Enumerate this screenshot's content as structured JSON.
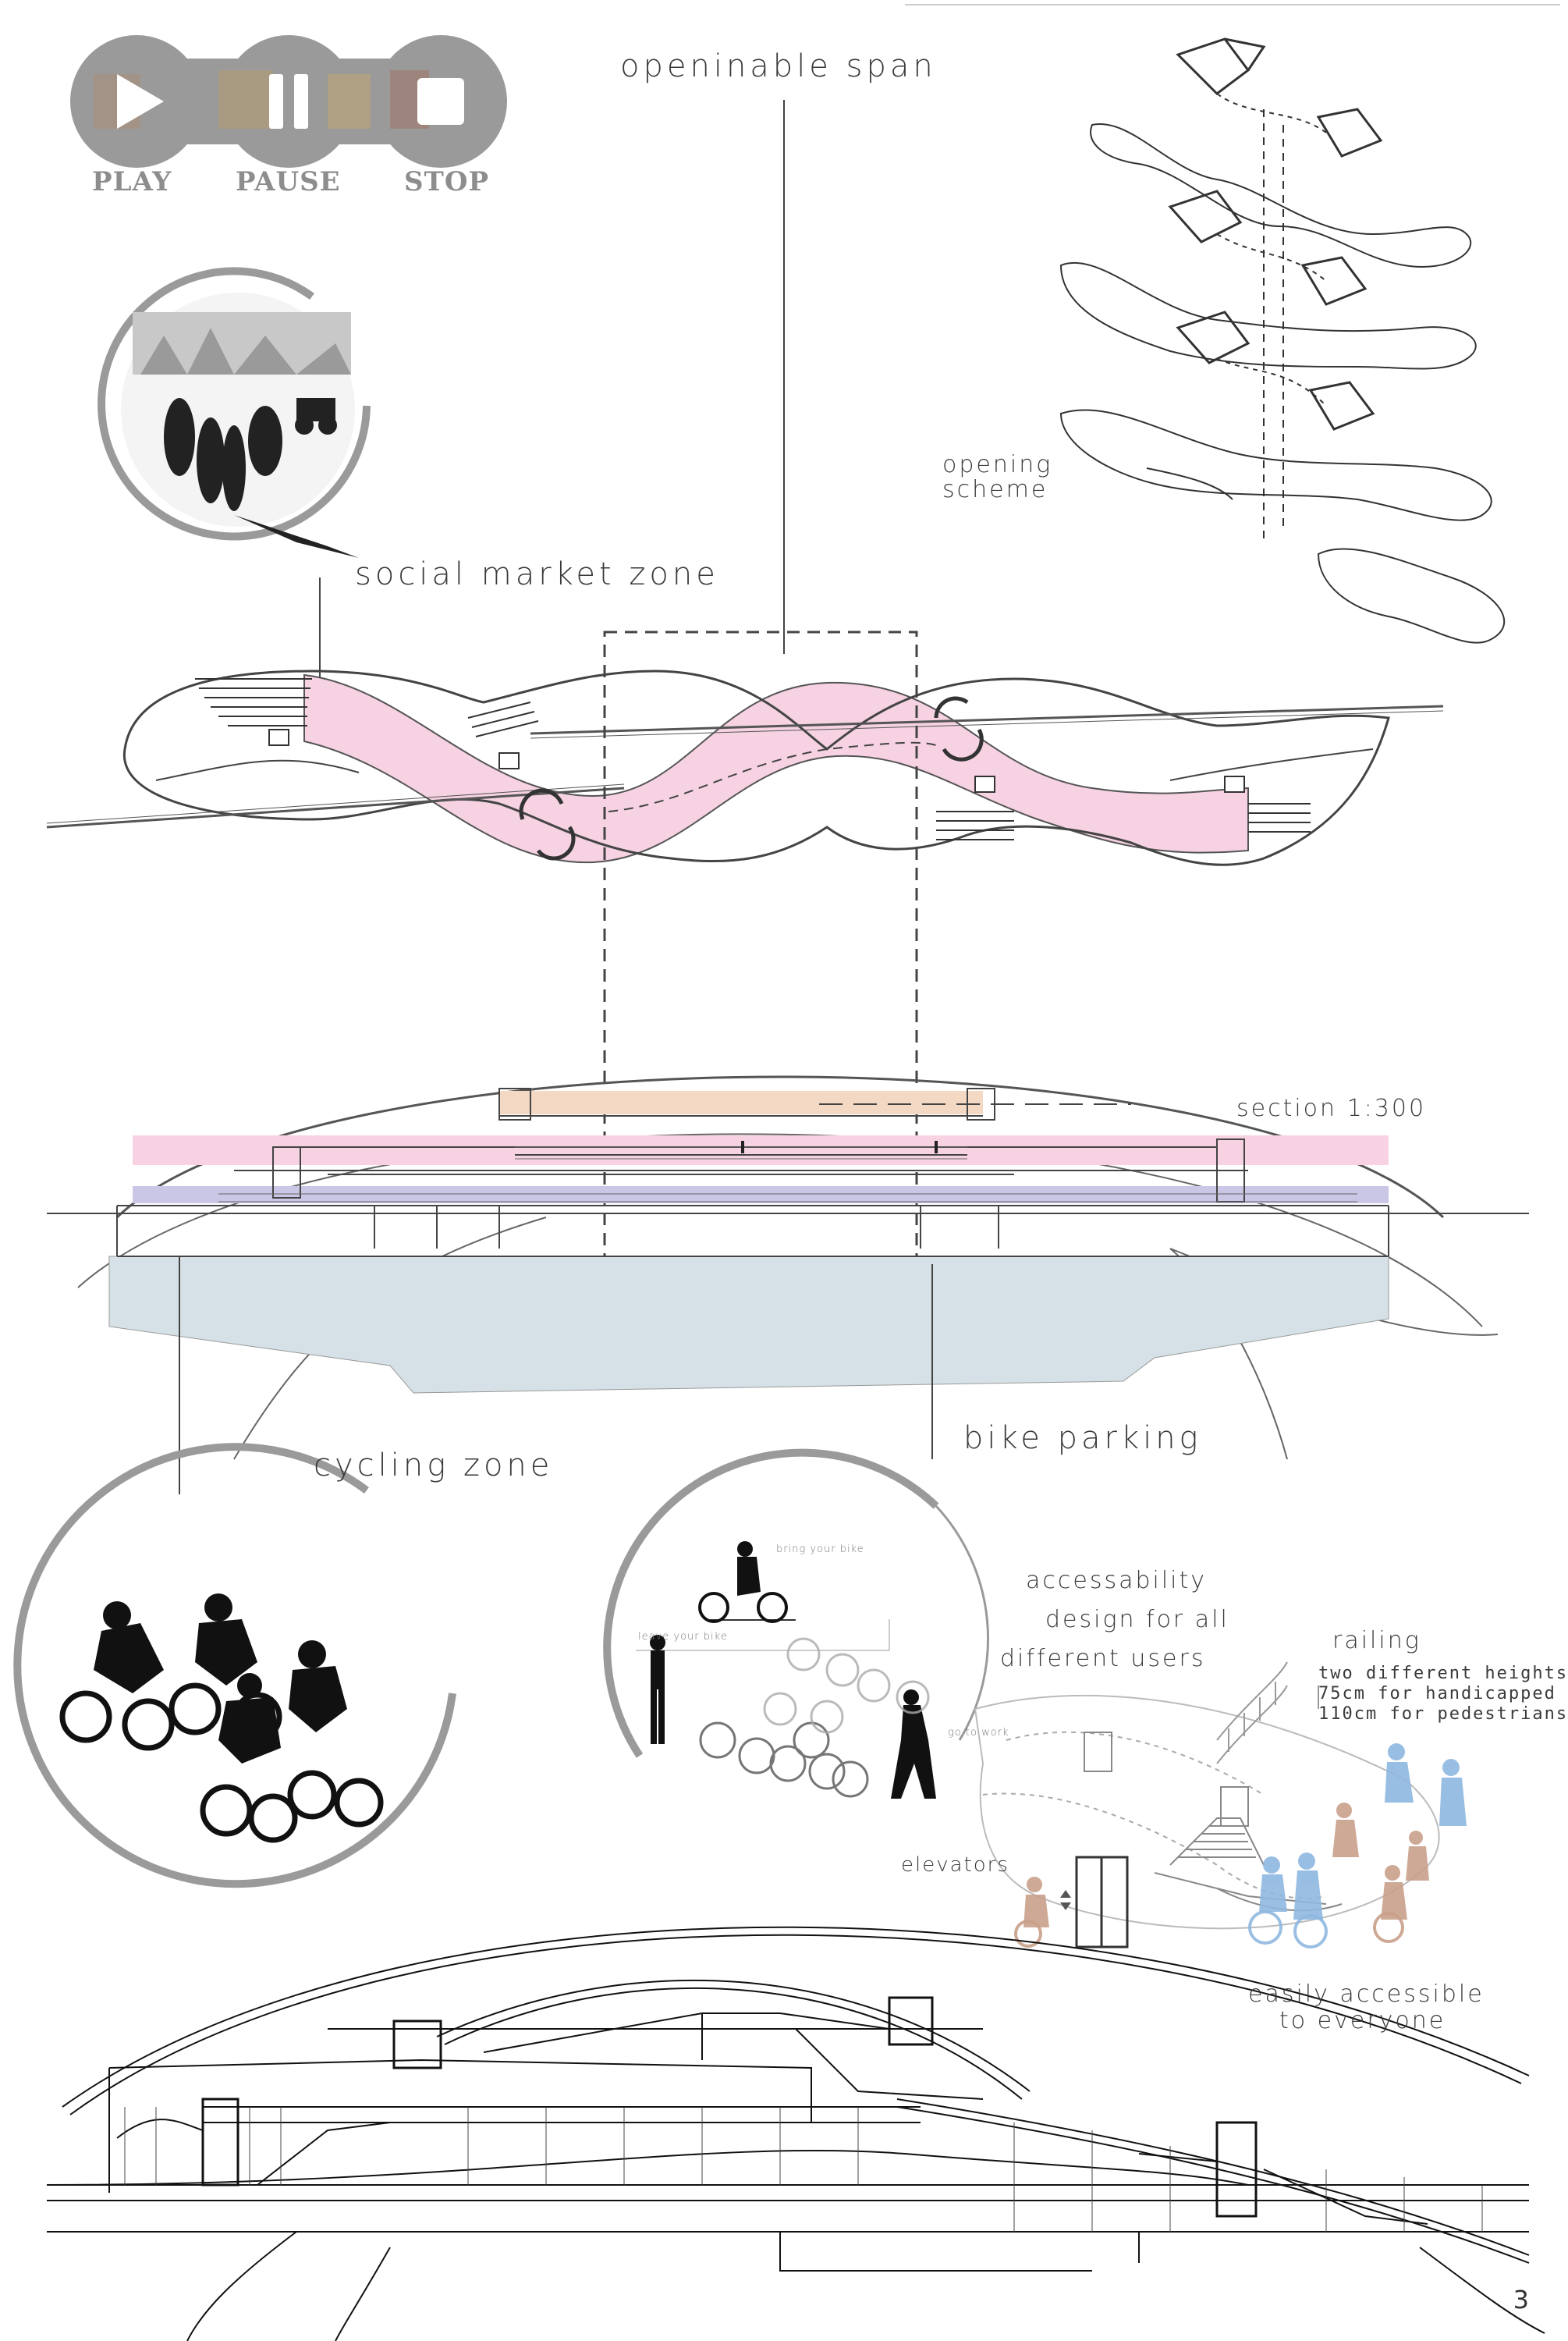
{
  "controls": {
    "play": "PLAY",
    "pause": "PAUSE",
    "stop": "STOP"
  },
  "labels": {
    "openinable_span": "openinable span",
    "opening_scheme_1": "opening",
    "opening_scheme_2": "scheme",
    "social_market_zone": "social market zone",
    "section": "section 1:300",
    "cycling_zone": "cycling zone",
    "bike_parking": "bike parking",
    "bring_your_bike": "bring your bike",
    "leave_your_bike": "leave your bike",
    "go_to_work": "go to work",
    "accessability_1": "accessability",
    "accessability_2": "design for all",
    "accessability_3": "different users",
    "railing": "railing",
    "railing_1": "two different heights",
    "railing_2": "75cm for handicapped",
    "railing_3": "110cm for pedestrians",
    "elevators": "elevators",
    "easily_1": "easily accessible",
    "easily_2": "to everyone"
  },
  "page_number": "3",
  "colors": {
    "pink_deck": "#f6d2e3",
    "orange_deck": "#f3d8c4",
    "purple_deck": "#c9c6e6",
    "water": "#d5e1e6",
    "accent_blue": "#8fb8e0",
    "accent_brown": "#c9a08a",
    "control_grey": "#9a9a9a"
  }
}
